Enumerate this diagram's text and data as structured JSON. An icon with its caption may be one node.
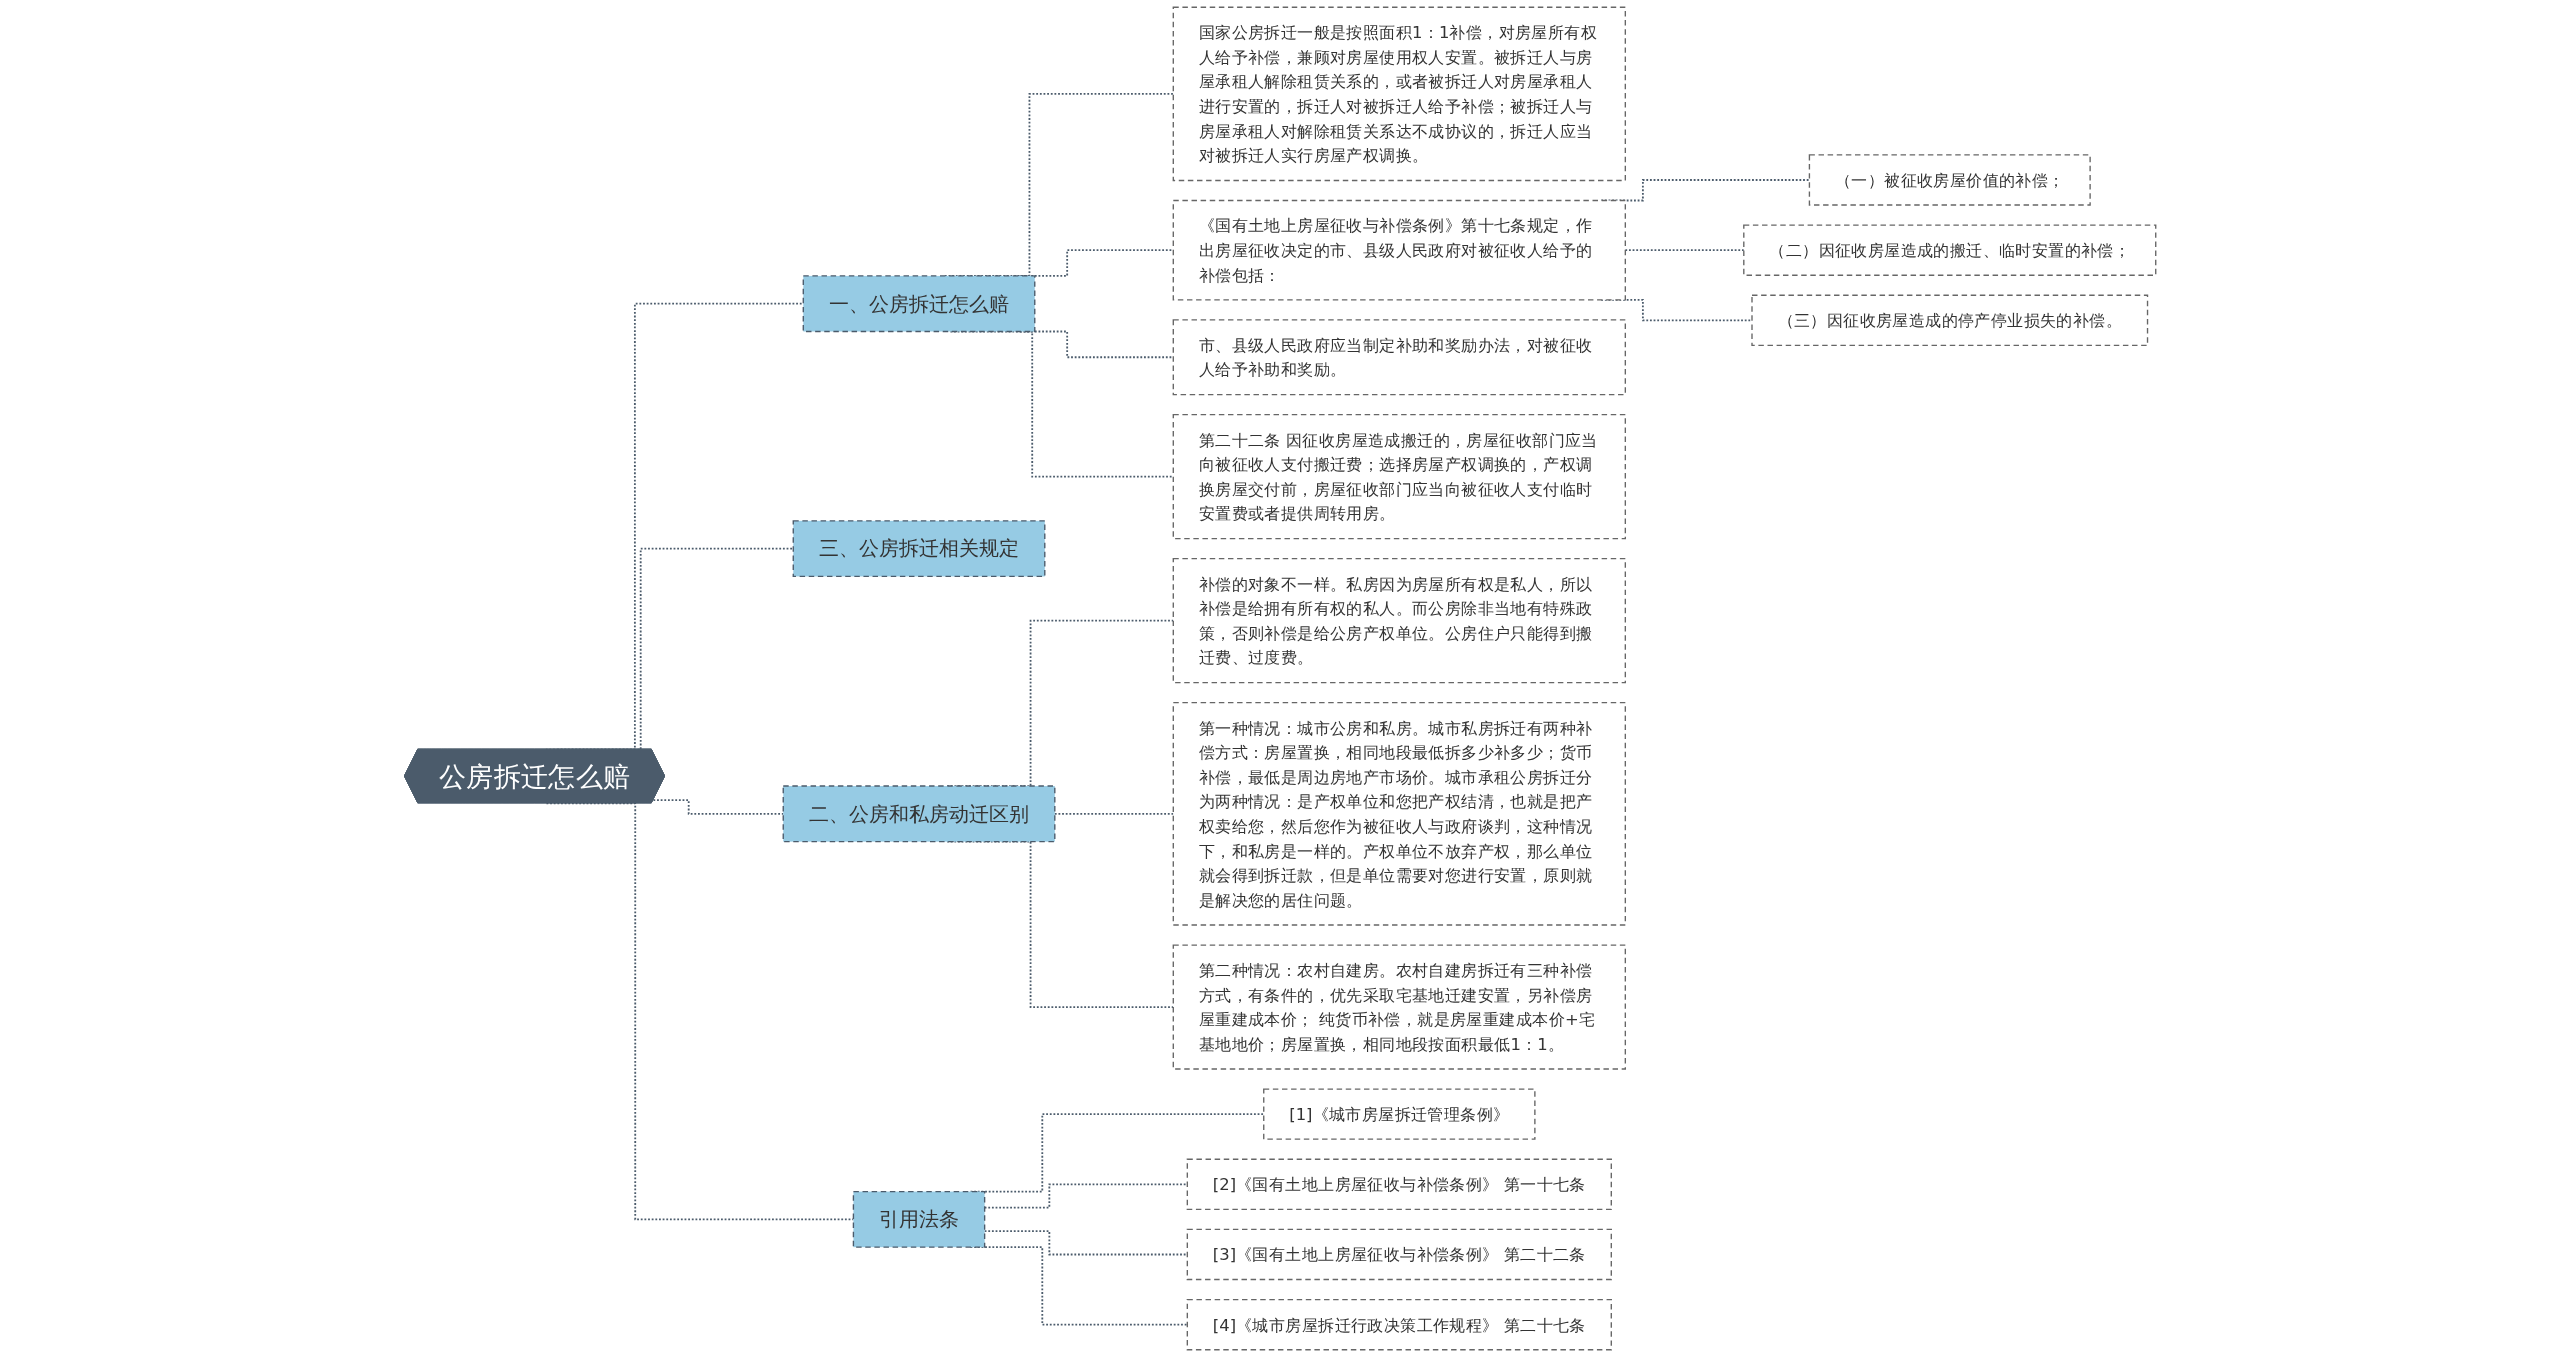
{
  "diagram": {
    "nodes": [
      {
        "text": [
          "公房拆迁怎么赔"
        ]
      },
      {
        "text": [
          "一、公房拆迁怎么赔"
        ]
      },
      {
        "text": [
          "国家公房拆迁一般是按照面积1：1补偿，对房屋所有权人给予补偿，兼顾对房屋使用权人安置。被拆迁人与房屋承租人解除租赁关系的，或者被拆迁人对房屋承租人进行安置的，拆迁人对被拆迁人给予补偿；被拆迁人与房屋承租人对解除租赁关系达不成协议的，拆迁人应当对被拆迁人实行房屋产权调换。"
        ]
      },
      {
        "text": [
          "《国有土地上房屋征收与补偿条例》第十七条规定，作出房屋征收决定的市、县级人民政府对被征收人给予的补偿包括："
        ]
      },
      {
        "text": [
          "（一）被征收房屋价值的补偿；"
        ]
      },
      {
        "text": [
          "（二）因征收房屋造成的搬迁、临时安置的补偿；"
        ]
      },
      {
        "text": [
          "（三）因征收房屋造成的停产停业损失的补偿。"
        ]
      },
      {
        "text": [
          "市、县级人民政府应当制定补助和奖励办法，对被征收人给予补助和奖励。"
        ]
      },
      {
        "text": [
          "第二十二条 因征收房屋造成搬迁的，房屋征收部门应当向被征收人支付搬迁费；选择房屋产权调换的，产权调换房屋交付前，房屋征收部门应当向被征收人支付临时安置费或者提供周转用房。"
        ]
      },
      {
        "text": [
          "三、公房拆迁相关规定"
        ]
      },
      {
        "text": [
          "二、公房和私房动迁区别"
        ]
      },
      {
        "text": [
          "补偿的对象不一样。私房因为房屋所有权是私人，所以补偿是给拥有所有权的私人。而公房除非当地有特殊政策，否则补偿是给公房产权单位。公房住户只能得到搬迁费、过度费。"
        ]
      },
      {
        "text": [
          "第一种情况：城市公房和私房。城市私房拆迁有两种补偿方式：房屋置换，相同地段最低拆多少补多少；货币补偿，最低是周边房地产市场价。城市承租公房拆迁分为两种情况：是产权单位和您把产权结清，也就是把产权卖给您，然后您作为被征收人与政府谈判，这种情况下，和私房是一样的。产权单位不放弃产权，那么单位就会得到拆迁款，但是单位需要对您进行安置，原则就是解决您的居住问题。"
        ]
      },
      {
        "text": [
          "第二种情况：农村自建房。农村自建房拆迁有三种补偿方式，有条件的，优先采取宅基地迁建安置，另补偿房屋重建成本价； 纯货币补偿，就是房屋重建成本价+宅基地地价；房屋置换，相同地段按面积最低1：1。"
        ]
      },
      {
        "text": [
          "引用法条"
        ]
      },
      {
        "text": [
          "[1]《城市房屋拆迁管理条例》"
        ]
      },
      {
        "text": [
          "[2]《国有土地上房屋征收与补偿条例》 第一十七条"
        ]
      },
      {
        "text": [
          "[3]《国有土地上房屋征收与补偿条例》 第二十二条"
        ]
      },
      {
        "text": [
          "[4]《城市房屋拆迁行政决策工作规程》 第二十七条"
        ]
      }
    ],
    "edges": [
      {
        "from": 0,
        "to": 1,
        "arrow": "none",
        "style": "dashed"
      },
      {
        "from": 1,
        "to": 2,
        "arrow": "none",
        "style": "dashed"
      },
      {
        "from": 1,
        "to": 3,
        "arrow": "none",
        "style": "dashed"
      },
      {
        "from": 3,
        "to": 4,
        "arrow": "none",
        "style": "dashed"
      },
      {
        "from": 3,
        "to": 5,
        "arrow": "none",
        "style": "dashed"
      },
      {
        "from": 3,
        "to": 6,
        "arrow": "none",
        "style": "dashed"
      },
      {
        "from": 1,
        "to": 7,
        "arrow": "none",
        "style": "dashed"
      },
      {
        "from": 1,
        "to": 8,
        "arrow": "none",
        "style": "dashed"
      },
      {
        "from": 0,
        "to": 9,
        "arrow": "none",
        "style": "dashed"
      },
      {
        "from": 0,
        "to": 10,
        "arrow": "none",
        "style": "dashed"
      },
      {
        "from": 10,
        "to": 11,
        "arrow": "none",
        "style": "dashed"
      },
      {
        "from": 10,
        "to": 12,
        "arrow": "none",
        "style": "dashed"
      },
      {
        "from": 10,
        "to": 13,
        "arrow": "none",
        "style": "dashed"
      },
      {
        "from": 0,
        "to": 14,
        "arrow": "none",
        "style": "dashed"
      },
      {
        "from": 14,
        "to": 15,
        "arrow": "none",
        "style": "dashed"
      },
      {
        "from": 14,
        "to": 16,
        "arrow": "none",
        "style": "dashed"
      },
      {
        "from": 14,
        "to": 17,
        "arrow": "none",
        "style": "dashed"
      },
      {
        "from": 14,
        "to": 18,
        "arrow": "none",
        "style": "dashed"
      }
    ]
  }
}
